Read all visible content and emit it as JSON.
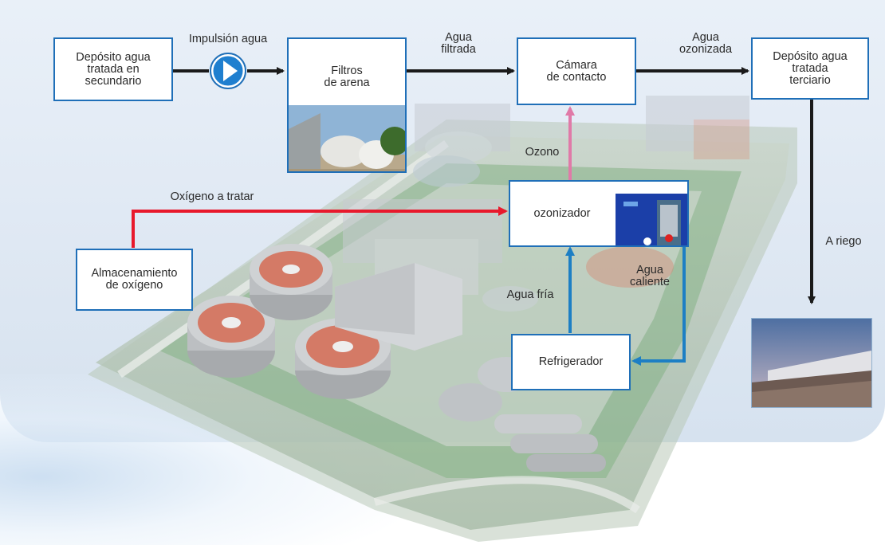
{
  "nodes": {
    "deposito_secundario": "Depósito agua\ntratada en\nsecundario",
    "filtros_arena": "Filtros\nde arena",
    "camara_contacto": "Cámara\nde contacto",
    "deposito_terciario": "Depósito agua\ntratada\nterciario",
    "ozonizador": "ozonizador",
    "almacenamiento": "Almacenamiento\nde oxígeno",
    "refrigerador": "Refrigerador"
  },
  "edges": {
    "impulsion": "Impulsión agua",
    "agua_filtrada": "Agua\nfiltrada",
    "agua_ozonizada": "Agua\nozonizada",
    "ozono": "Ozono",
    "oxigeno": "Oxígeno a tratar",
    "agua_fria": "Agua fría",
    "agua_caliente": "Agua\ncaliente",
    "riego": "A riego"
  },
  "colors": {
    "water_flow": "#1a1a1a",
    "oxygen_flow": "#e8192c",
    "ozone_flow": "#e07aa8",
    "cooling_flow": "#1d7fc4",
    "box_border": "#1f6fb8",
    "pump": "#1f7fcf"
  }
}
